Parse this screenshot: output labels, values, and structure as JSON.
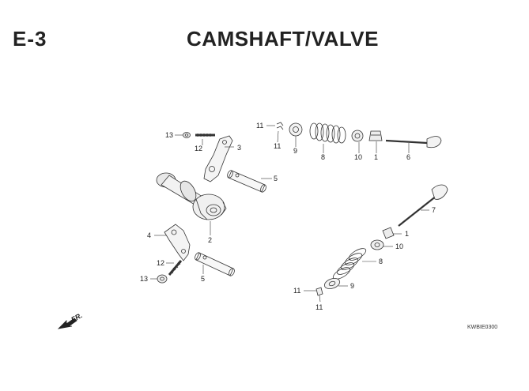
{
  "header": {
    "section_code": "E-3",
    "title": "CAMSHAFT/VALVE"
  },
  "callouts": {
    "c13a": "13",
    "c12a": "12",
    "c3": "3",
    "c5a": "5",
    "c11a": "11",
    "c11b": "11",
    "c9a": "9",
    "c8a": "8",
    "c10a": "10",
    "c1a": "1",
    "c6": "6",
    "c7": "7",
    "c1b": "1",
    "c10b": "10",
    "c8b": "8",
    "c9b": "9",
    "c11c": "11",
    "c11d": "11",
    "c2": "2",
    "c4": "4",
    "c12b": "12",
    "c13b": "13",
    "c5b": "5"
  },
  "direction_arrow_label": "FR.",
  "document_code": "KWBIE0300"
}
